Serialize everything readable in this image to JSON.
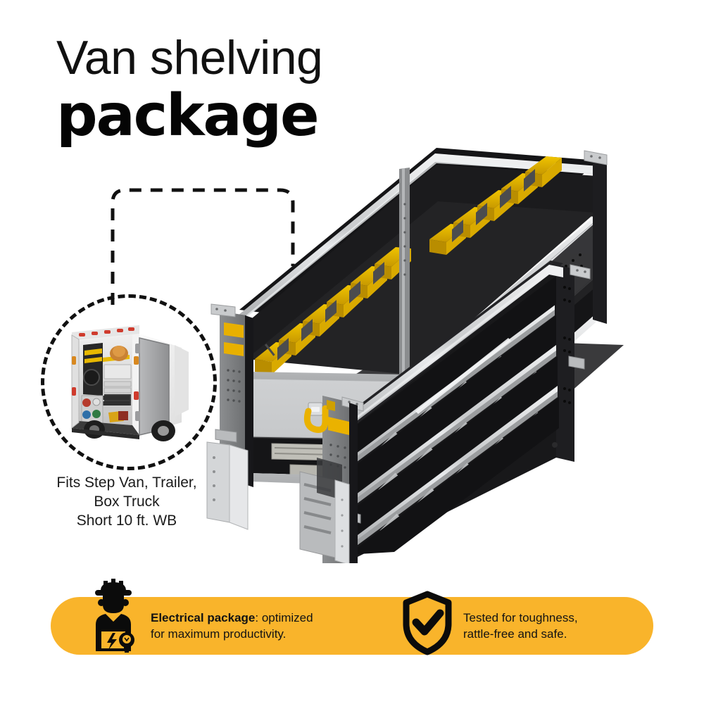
{
  "page": {
    "background_color": "#ffffff",
    "accent_color": "#F9B42B",
    "text_color": "#111111"
  },
  "title": {
    "line1": "Van shelving",
    "line2": "package"
  },
  "inset": {
    "icon_name": "van-interior-photo",
    "caption_lines": [
      "Fits Step Van, Trailer,",
      "Box Truck",
      "Short 10 ft. WB"
    ]
  },
  "hero": {
    "alt": "Van shelving package 3D render",
    "floor_color": "#3f3f42",
    "bin_color": "#E6B400",
    "aluminum_color": "#c9cbcd",
    "panel_color": "#d9dadc",
    "dark_shelf_color": "#141414",
    "accent_stripe_color": "#F2B200"
  },
  "banner": {
    "background_color": "#F9B42B",
    "features": [
      {
        "icon_name": "electrician-worker-icon",
        "bold_label": "Electrical package",
        "text_after_bold": ": optimized",
        "line2": "for maximum productivity."
      },
      {
        "icon_name": "shield-check-icon",
        "line1": "Tested for toughness,",
        "line2": "rattle-free and safe."
      }
    ]
  }
}
